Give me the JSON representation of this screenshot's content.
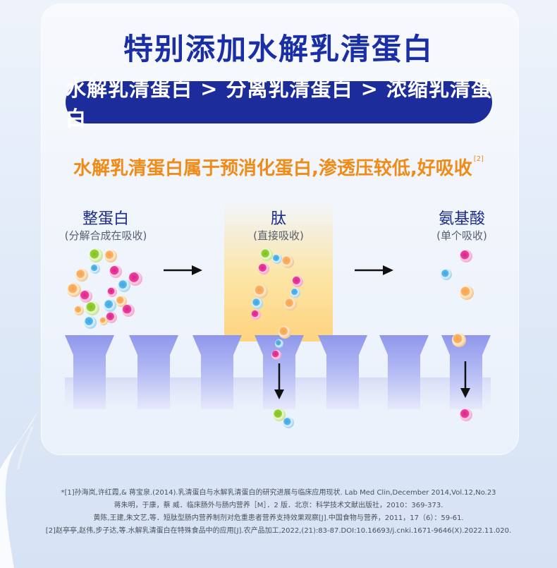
{
  "title": "特别添加水解乳清蛋白",
  "ranking": "水解乳清蛋白 > 分离乳清蛋白 > 浓缩乳清蛋白",
  "subtitle": "水解乳清蛋白属于预消化蛋白,渗透压较低,好吸收",
  "subtitle_ref": "[2]",
  "columns": [
    {
      "label": "整蛋白",
      "sub": "(分解合成在吸收)"
    },
    {
      "label": "肽",
      "sub": "(直接吸收)"
    },
    {
      "label": "氨基酸",
      "sub": "(单个吸收)"
    }
  ],
  "colors": {
    "title": "#1a2fa6",
    "pill": "#1c2d9b",
    "accent": "#ef8b17",
    "membrane": "#9aa2ef"
  },
  "references": [
    "*[1]孙海岚,许红霞,& 蒋宝泉.(2014).乳清蛋白与水解乳清蛋白的研究进展与临床应用现状. Lab Med Clin,December 2014,Vol.12,No.23",
    "蒋朱明，于康，蔡 威．临床肠外与肠内营养［M］．2 版．北京：科学技术文献出版社，2010：369-373.",
    "黄陈,王建,朱文艺,等．短肽型肠内营养制剂对危重患者营养支持效果观察[J].中国食物与营养，2011，17（6）：59-61.",
    "[2]赵亭亭,赵伟,步子达,等.水解乳清蛋白在特殊食品中的应用[J].农产品加工,2022,(21):83-87.DOI:10.16693/j.cnki.1671-9646(X).2022.11.020."
  ],
  "icons": {
    "arrow": "right-arrow-icon",
    "down_arrow": "down-arrow-icon"
  }
}
